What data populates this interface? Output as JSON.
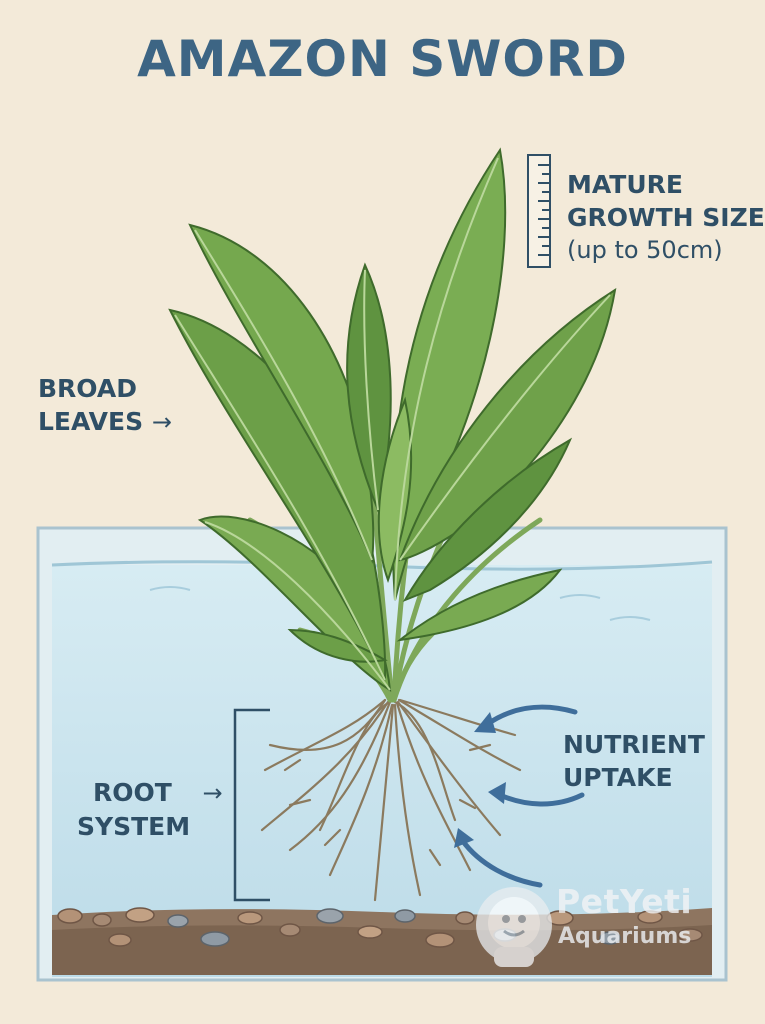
{
  "title": "AMAZON SWORD",
  "labels": {
    "growth": {
      "line1": "MATURE",
      "line2": "GROWTH SIZE",
      "line3": "(up to 50cm)"
    },
    "leaves": {
      "line1": "BROAD",
      "line2": "LEAVES"
    },
    "root": {
      "line1": "ROOT",
      "line2": "SYSTEM"
    },
    "nutrient": {
      "line1": "NUTRIENT",
      "line2": "UPTAKE"
    }
  },
  "watermark": {
    "brand": "PetYeti",
    "sub": "Aquariums"
  },
  "icons": [
    "ruler-icon",
    "arrow-right-icon",
    "bracket-icon",
    "curved-arrow-icon",
    "yeti-logo-icon"
  ],
  "colors": {
    "background": "#f3ead9",
    "title": "#3d6584",
    "label": "#2f4f66",
    "water": "#c9e3ee",
    "leaf": "#6fa14c",
    "root": "#8b7a5e",
    "substrate": "#8e7560"
  }
}
